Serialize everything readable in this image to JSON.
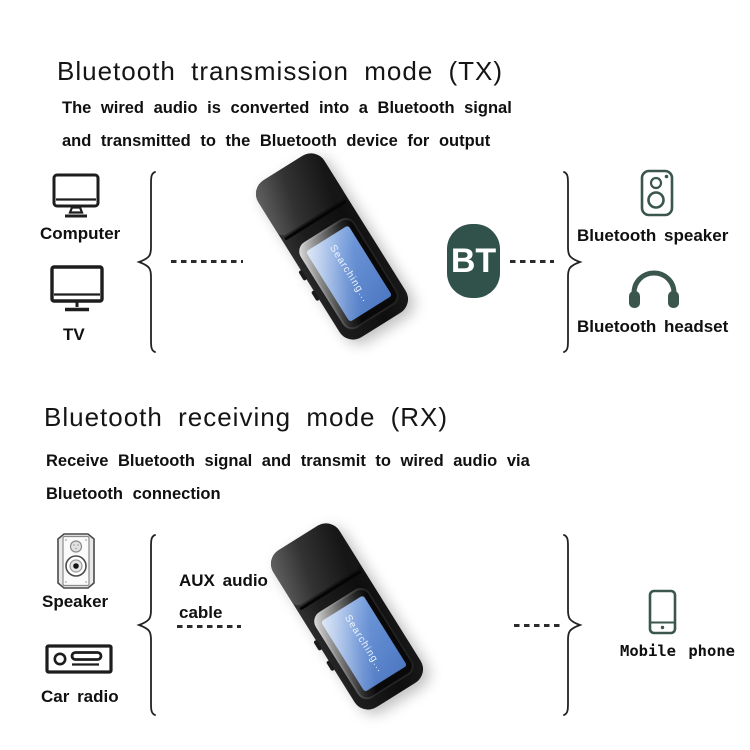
{
  "colors": {
    "background": "#ffffff",
    "text": "#101010",
    "badge_teal": "#31524a",
    "icon_teal": "#3a564d",
    "screen_blue": "#5b86cf",
    "line_dark": "#2b2b2b",
    "device_black": "#141414"
  },
  "tx": {
    "title": "Bluetooth transmission mode (TX)",
    "desc1": "The wired audio is converted into a Bluetooth signal",
    "desc2": "and transmitted to the Bluetooth device for output",
    "source1_label": "Computer",
    "source2_label": "TV",
    "badge_label": "BT",
    "target1_label": "Bluetooth speaker",
    "target2_label": "Bluetooth headset",
    "screen_text": "Searching..."
  },
  "rx": {
    "title": "Bluetooth receiving mode (RX)",
    "desc1": "Receive Bluetooth signal and transmit to wired audio via",
    "desc2": "Bluetooth connection",
    "source1_label": "Speaker",
    "source2_label": "Car radio",
    "cable_label1": "AUX audio",
    "cable_label2": "cable",
    "target1_label": "Mobile phone",
    "screen_text": "Searching..."
  },
  "icons": {
    "tx_sources": [
      "computer-icon",
      "tv-icon"
    ],
    "tx_targets": [
      "bluetooth-speaker-icon",
      "bluetooth-headset-icon"
    ],
    "rx_sources": [
      "speaker-icon",
      "car-radio-icon"
    ],
    "rx_targets": [
      "mobile-phone-icon"
    ],
    "connector": "curly-brace",
    "badge": "bt-badge"
  }
}
